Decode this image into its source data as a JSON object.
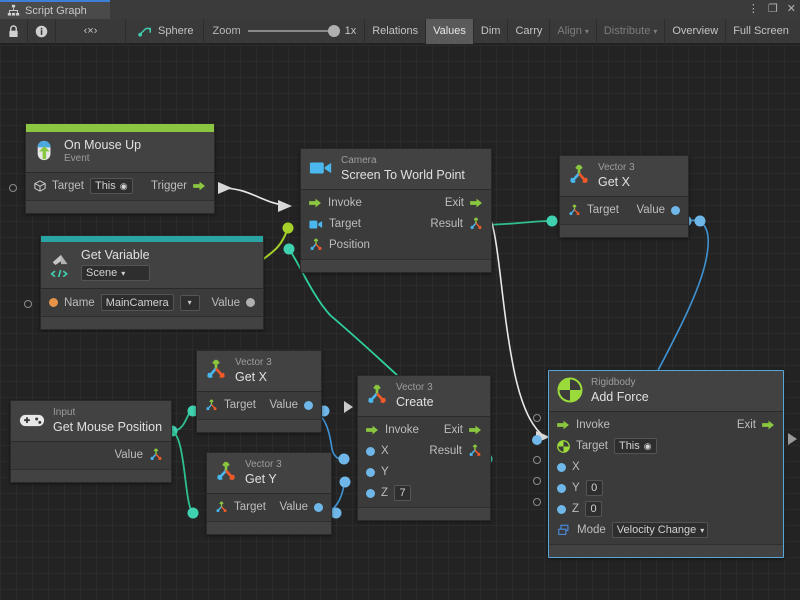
{
  "window": {
    "tab_label": "Script Graph",
    "tab_icon": "graph-icon",
    "controls": {
      "menu": "⋮",
      "maximize": "❐",
      "close": "✕"
    }
  },
  "toolbar": {
    "lock_icon": "lock-icon",
    "info_icon": "info-icon",
    "code_icon": "‹×›",
    "object_name": "Sphere",
    "object_icon": "script-graph-icon",
    "zoom_label": "Zoom",
    "zoom_value": "1x",
    "buttons": [
      {
        "label": "Relations",
        "state": "normal"
      },
      {
        "label": "Values",
        "state": "active"
      },
      {
        "label": "Dim",
        "state": "normal"
      },
      {
        "label": "Carry",
        "state": "normal"
      },
      {
        "label": "Align",
        "state": "dim",
        "caret": "▾"
      },
      {
        "label": "Distribute",
        "state": "dim",
        "caret": "▾"
      },
      {
        "label": "Overview",
        "state": "normal"
      },
      {
        "label": "Full Screen",
        "state": "normal"
      }
    ]
  },
  "nodes": {
    "on_mouse_up": {
      "title": "On Mouse Up",
      "subtitle": "Event",
      "icon": "mouse-up-icon",
      "accent_color": "#8ac63f",
      "target_label": "Target",
      "target_value": "This",
      "trigger_label": "Trigger"
    },
    "get_variable": {
      "title": "Get Variable",
      "scope": "Scene",
      "icon": "variable-icon",
      "accent_color": "#27a0a0",
      "name_label": "Name",
      "name_value": "MainCamera",
      "value_label": "Value"
    },
    "screen_to_world": {
      "subtitle": "Camera",
      "title": "Screen To World Point",
      "icon": "camera-icon",
      "invoke_label": "Invoke",
      "exit_label": "Exit",
      "target_label": "Target",
      "result_label": "Result",
      "position_label": "Position"
    },
    "vector3_getx_top": {
      "subtitle": "Vector 3",
      "title": "Get X",
      "icon": "vector3-icon",
      "target_label": "Target",
      "value_label": "Value"
    },
    "input_mouse_pos": {
      "subtitle": "Input",
      "title": "Get Mouse Position",
      "icon": "gamepad-icon",
      "value_label": "Value"
    },
    "vector3_getx_mid": {
      "subtitle": "Vector 3",
      "title": "Get X",
      "icon": "vector3-icon",
      "target_label": "Target",
      "value_label": "Value"
    },
    "vector3_gety": {
      "subtitle": "Vector 3",
      "title": "Get Y",
      "icon": "vector3-icon",
      "target_label": "Target",
      "value_label": "Value"
    },
    "vector3_create": {
      "subtitle": "Vector 3",
      "title": "Create",
      "icon": "vector3-icon",
      "invoke_label": "Invoke",
      "exit_label": "Exit",
      "x_label": "X",
      "y_label": "Y",
      "z_label": "Z",
      "z_value": "7",
      "result_label": "Result"
    },
    "add_force": {
      "subtitle": "Rigidbody",
      "title": "Add Force",
      "icon": "rigidbody-icon",
      "selected": true,
      "invoke_label": "Invoke",
      "exit_label": "Exit",
      "target_label": "Target",
      "target_value": "This",
      "x_label": "X",
      "y_label": "Y",
      "y_value": "0",
      "z_label": "Z",
      "z_value": "0",
      "mode_label": "Mode",
      "mode_value": "Velocity Change"
    }
  },
  "colors": {
    "flow_wire": "#e8e8e8",
    "value_wire_green": "#2fd1a0",
    "value_wire_blue": "#3f93d4",
    "object_wire": "#a5d12a",
    "canvas_bg": "#232323"
  }
}
